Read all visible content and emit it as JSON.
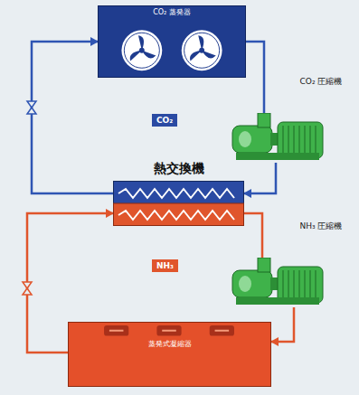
{
  "diagram": {
    "nodes": [
      {
        "text": [
          "CO₂ 蒸発器"
        ]
      },
      {
        "text": [
          "CO₂ 圧縮機"
        ]
      },
      {
        "text": [
          "熱交換機"
        ]
      },
      {
        "text": [
          "NH₃ 圧縮機"
        ]
      },
      {
        "text": [
          "蒸発式凝縮器"
        ]
      }
    ],
    "edges": [
      {
        "from": 2,
        "to": 0,
        "arrow": "to"
      },
      {
        "from": 0,
        "to": 1,
        "arrow": "none"
      },
      {
        "from": 1,
        "to": 2,
        "arrow": "to"
      },
      {
        "from": 2,
        "to": 3,
        "arrow": "none"
      },
      {
        "from": 3,
        "to": 4,
        "arrow": "to"
      },
      {
        "from": 4,
        "to": 2,
        "arrow": "to"
      }
    ],
    "labels": [
      "CO₂",
      "NH₃"
    ]
  }
}
